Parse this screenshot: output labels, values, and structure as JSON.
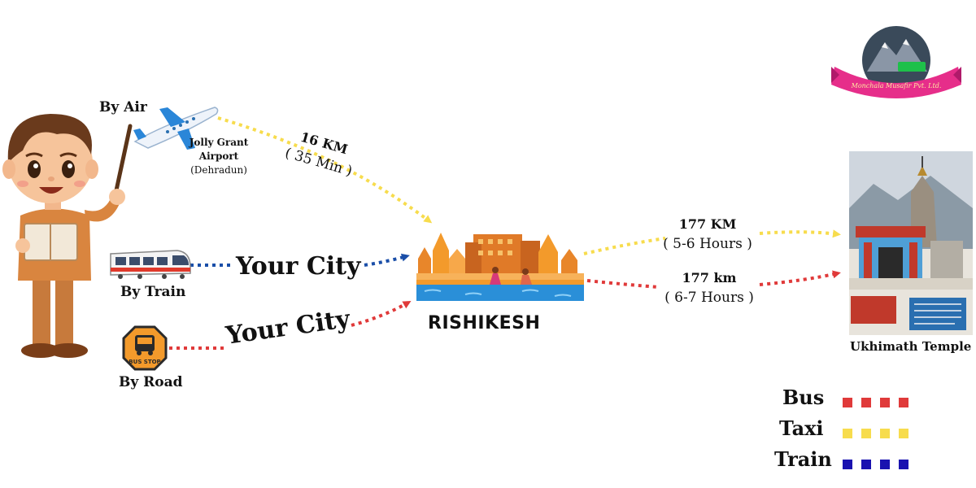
{
  "modes": {
    "air": "By Air",
    "train": "By Train",
    "road": "By Road"
  },
  "airport": {
    "line1": "Jolly Grant",
    "line2": "Airport",
    "line3": "(Dehradun)"
  },
  "air_route": {
    "distance": "16 KM",
    "time": "( 35 Min )"
  },
  "origin_label": "Your City",
  "hub": "RISHIKESH",
  "taxi_route": {
    "distance": "177 KM",
    "time": "( 5-6 Hours )"
  },
  "bus_route": {
    "distance": "177 km",
    "time": "( 6-7 Hours )"
  },
  "destination": "Ukhimath Temple",
  "bus_stop_sign": "BUS STOP",
  "logo_text": "Monchala Musafir Pvt. Ltd.",
  "legend": [
    {
      "label": "Bus",
      "color": "#e03a3a"
    },
    {
      "label": "Taxi",
      "color": "#f7dc4d"
    },
    {
      "label": "Train",
      "color": "#1a12b0"
    }
  ],
  "colors": {
    "bus": "#e03a3a",
    "taxi": "#f7dc4d",
    "train": "#1a4ea8",
    "accent_orange": "#f39a2b"
  }
}
